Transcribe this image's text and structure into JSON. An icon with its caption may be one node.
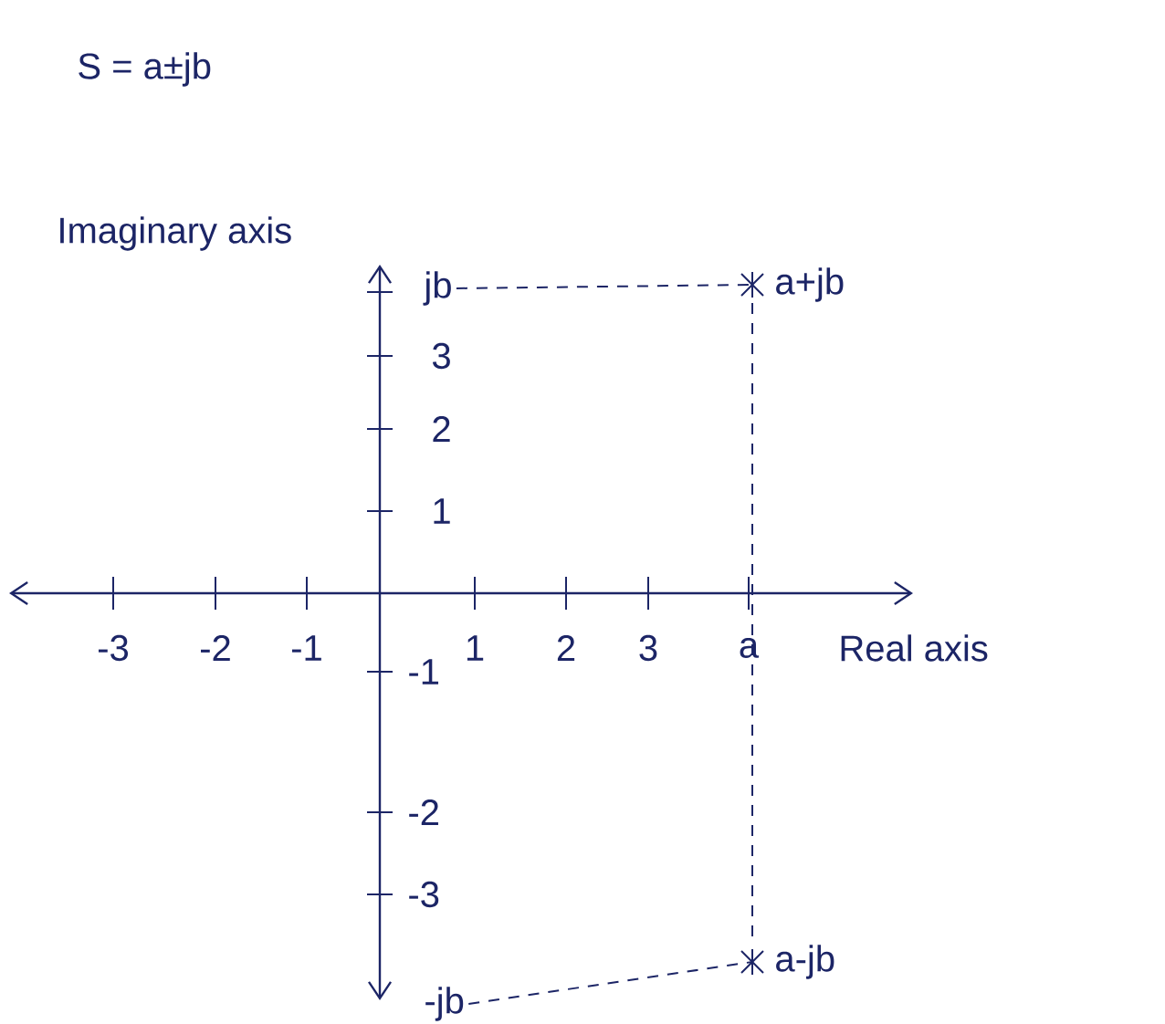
{
  "diagram": {
    "title": "S = a±jb",
    "nodes": [
      {
        "text": [
          "jb"
        ]
      },
      {
        "text": [
          "a+jb"
        ]
      },
      {
        "text": [
          "-jb"
        ]
      },
      {
        "text": [
          "a-jb"
        ]
      }
    ],
    "edges": [
      {
        "from": 0,
        "to": 1,
        "arrow": "none",
        "style": "dashed"
      },
      {
        "from": 1,
        "to": 3,
        "arrow": "none",
        "style": "dashed"
      },
      {
        "from": 2,
        "to": 3,
        "arrow": "none",
        "style": "dashed"
      }
    ],
    "labels": [
      "Imaginary axis",
      "3",
      "2",
      "1",
      "-3",
      "-2",
      "-1",
      "1",
      "2",
      "3",
      "a",
      "Real axis",
      "-1",
      "-2",
      "-3"
    ]
  }
}
